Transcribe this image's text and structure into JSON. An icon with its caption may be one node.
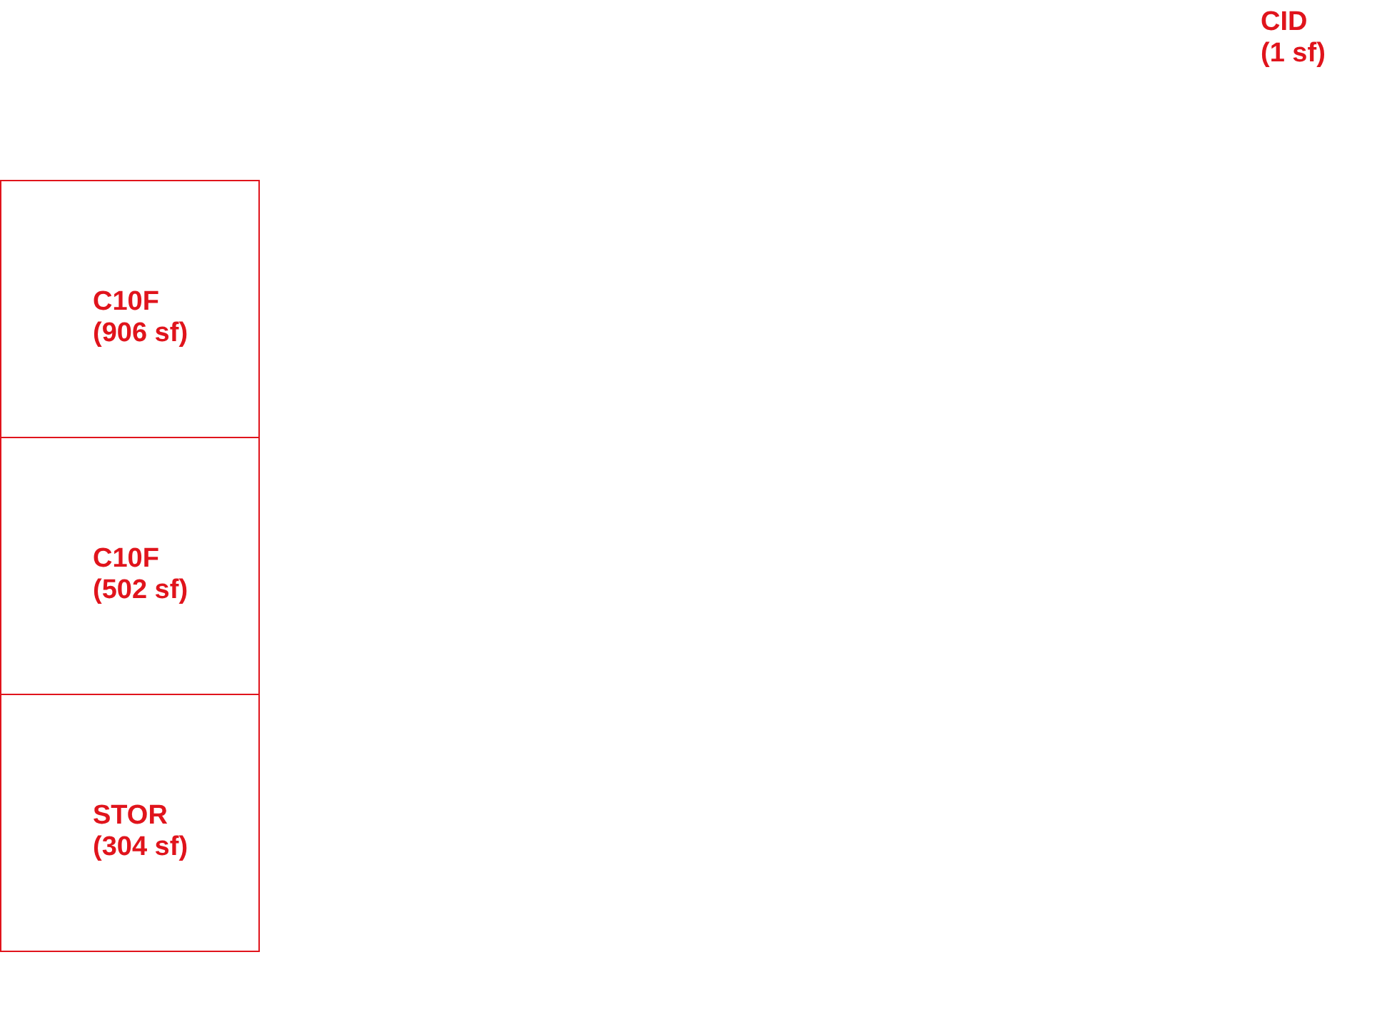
{
  "diagram": {
    "nodes": [
      {
        "text": [
          "C10F",
          "(906 sf)"
        ]
      },
      {
        "text": [
          "C10F",
          "(502 sf)"
        ]
      },
      {
        "text": [
          "STOR",
          "(304 sf)"
        ]
      }
    ],
    "labels": [
      "CID",
      "(1 sf)"
    ]
  }
}
